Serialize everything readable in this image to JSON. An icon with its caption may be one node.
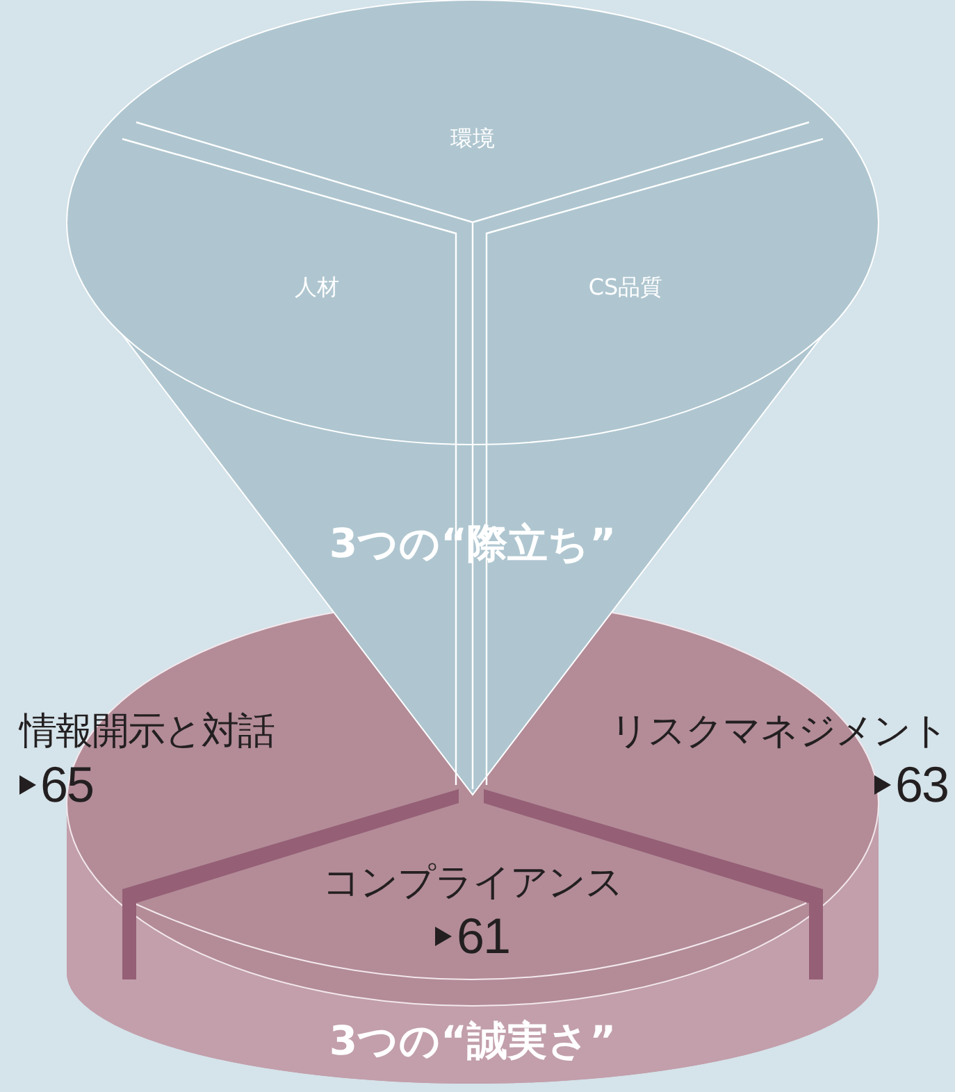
{
  "diagram": {
    "nodes": [
      {
        "text": [
          "環境"
        ]
      },
      {
        "text": [
          "人材"
        ]
      },
      {
        "text": [
          "CS品質"
        ]
      },
      {
        "text": [
          "情報開示と対話",
          "65"
        ]
      },
      {
        "text": [
          "リスクマネジメント",
          "63"
        ]
      },
      {
        "text": [
          "コンプライアンス",
          "61"
        ]
      }
    ],
    "labels": [
      "3つの“際立ち”",
      "3つの“誠実さ”"
    ]
  }
}
